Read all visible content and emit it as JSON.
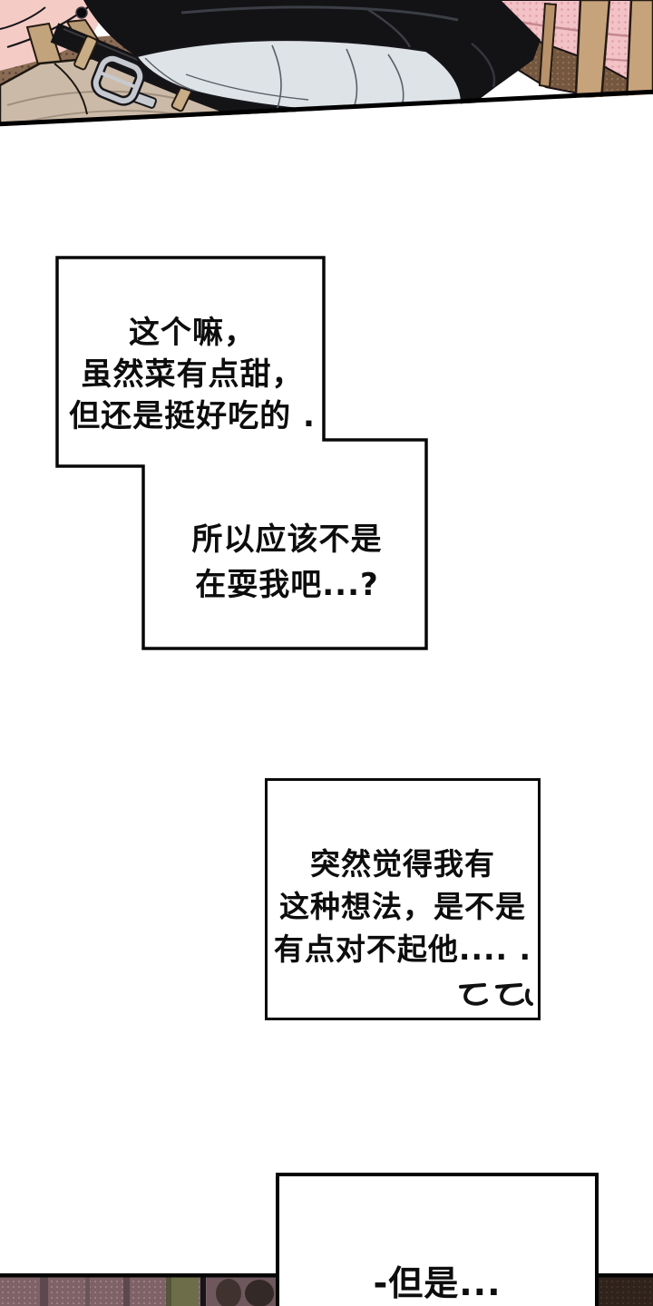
{
  "page": {
    "background_color": "#ffffff",
    "ink_color": "#0d0d0d"
  },
  "bubbles": {
    "a_top": {
      "lines": [
        "这个嘛，",
        "虽然菜有点甜，",
        "但还是挺好吃的 ."
      ]
    },
    "a_bottom": {
      "lines": [
        "所以应该不是",
        "在耍我吧...?"
      ]
    },
    "b": {
      "lines": [
        "突然觉得我有",
        "这种想法，是不是",
        "有点对不起他.... ."
      ]
    },
    "c": {
      "lines": [
        "-但是..."
      ]
    }
  },
  "icons": {
    "doodle": "trembling-eyes-doodle"
  },
  "art": {
    "colors": {
      "pants_tan": "#ccbaa8",
      "shirt_gray": "#dee3e7",
      "jacket_black": "#131316",
      "pink_fabric_left": "#f5cbc5",
      "pink_fabric_right_halftone": "#f2c2c6",
      "wood_tan": "#c7a37c",
      "halftone_brown": "#8a6c55",
      "buckle_silver": "#c6cad0",
      "strip_mauve": "#7e6268",
      "strip_olive": "#6d6d49",
      "strip_dark_brown": "#2f231c"
    }
  }
}
